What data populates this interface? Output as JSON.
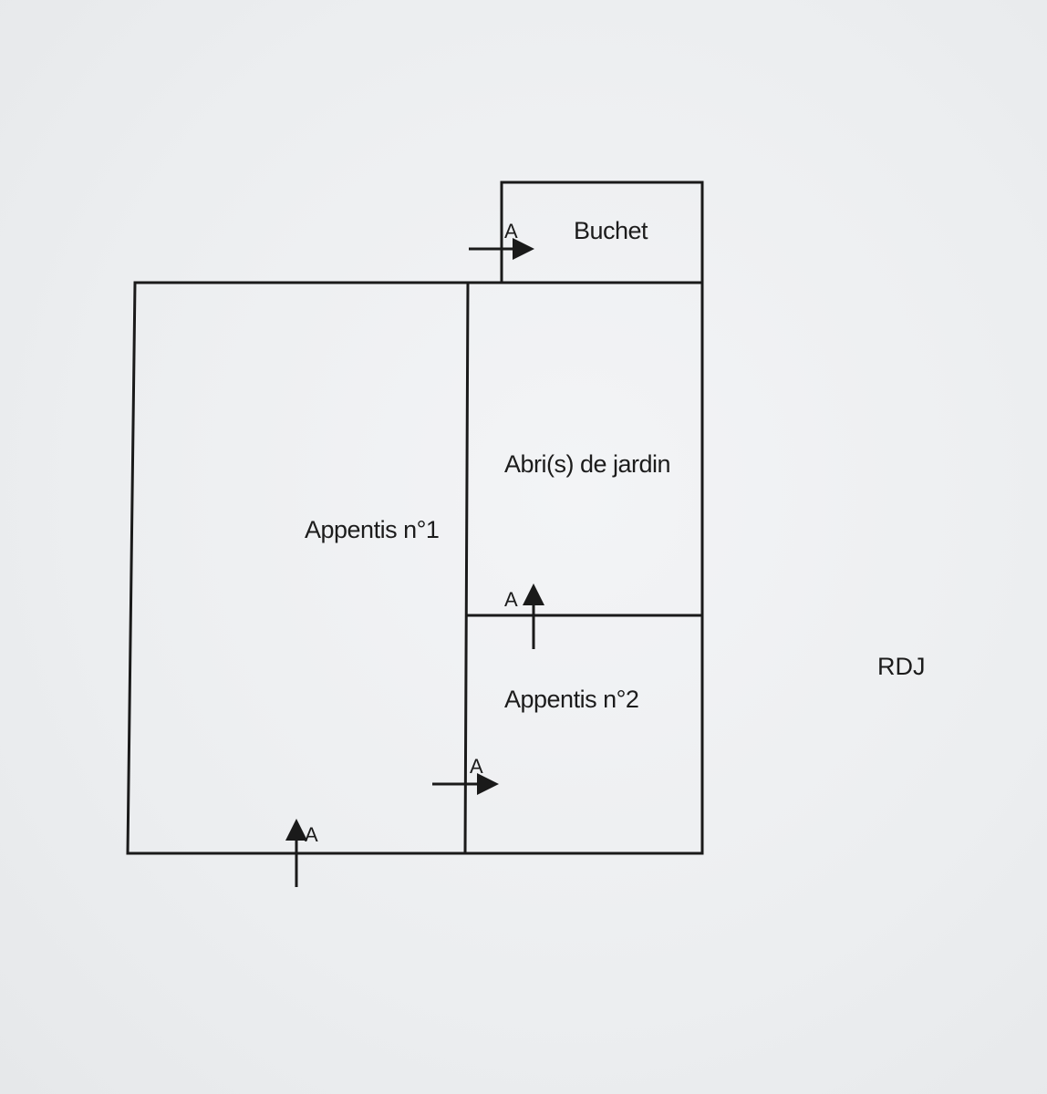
{
  "floor_plan": {
    "level": "RDJ",
    "rooms": {
      "buchet": "Buchet",
      "abri": "Abri(s) de jardin",
      "appentis_1": "Appentis n°1",
      "appentis_2": "Appentis n°2"
    },
    "access_markers": {
      "buchet": "A",
      "abri": "A",
      "appentis_2": "A",
      "appentis_1": "A"
    },
    "icons": {
      "access_arrow": "arrow-icon"
    }
  }
}
